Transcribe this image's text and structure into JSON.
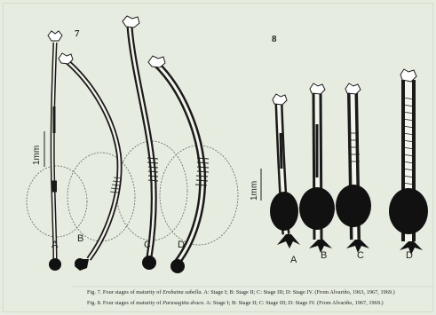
{
  "figure7": {
    "number": "7",
    "scale": "1mm",
    "stages": [
      "A",
      "B",
      "C",
      "D"
    ],
    "caption": {
      "prefix": "Fig. 7. Four stages of maturity of",
      "species": "Erobaina sabella.",
      "suffix": "A: Stage I; B: Stage II; C: Stage III; D: Stage IV. (From Alvariño, 1963, 1967, 1969.)"
    }
  },
  "figure8": {
    "number": "8",
    "scale": "1mm",
    "stages": [
      "A",
      "B",
      "C",
      "D"
    ],
    "caption": {
      "prefix": "Fig. 8. Four stages of maturity of",
      "species": "Parasagitta draco.",
      "suffix": "A: Stage I; B: Stage II; C: Stage III; D: Stage IV. (From Alvariño, 1967, 1969.)"
    }
  }
}
